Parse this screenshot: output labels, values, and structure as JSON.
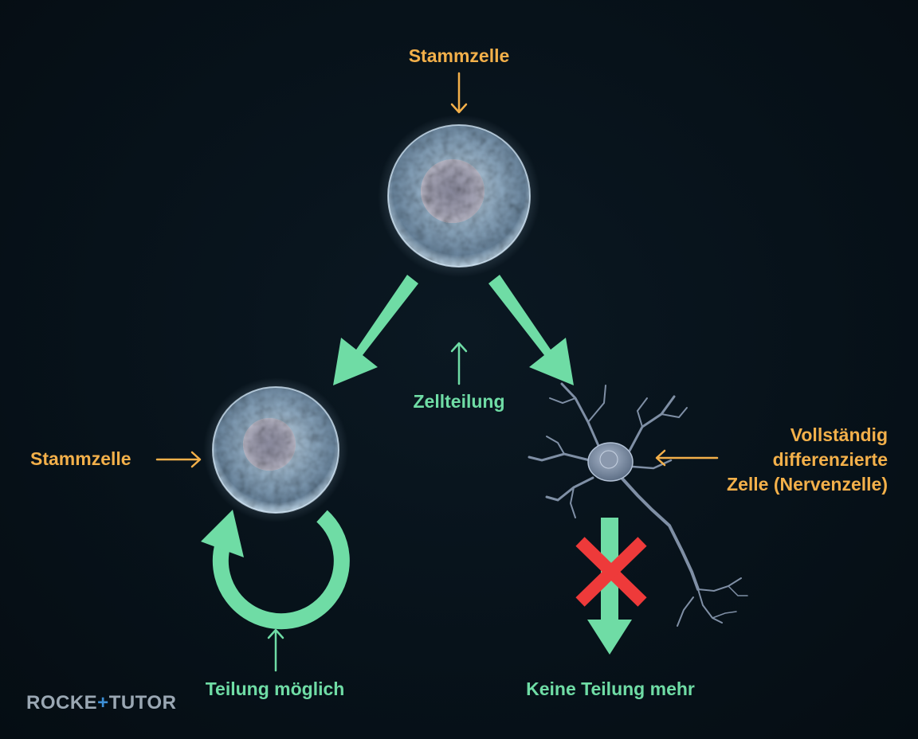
{
  "labels": {
    "top_stem_cell": "Stammzelle",
    "cell_division": "Zellteilung",
    "left_stem_cell": "Stammzelle",
    "differentiated_line1": "Vollständig",
    "differentiated_line2": "differenzierte",
    "differentiated_line3": "Zelle (Nervenzelle)",
    "division_possible": "Teilung möglich",
    "no_more_division": "Keine Teilung mehr"
  },
  "brand": {
    "part1": "ROCKE",
    "plus": "+",
    "part2": "TUTOR"
  },
  "colors": {
    "background": "#061018",
    "label_orange": "#f3b04a",
    "arrow_green": "#6fdca5",
    "cross_red": "#ee3a3a",
    "cell_blue": "#a9c4da"
  }
}
